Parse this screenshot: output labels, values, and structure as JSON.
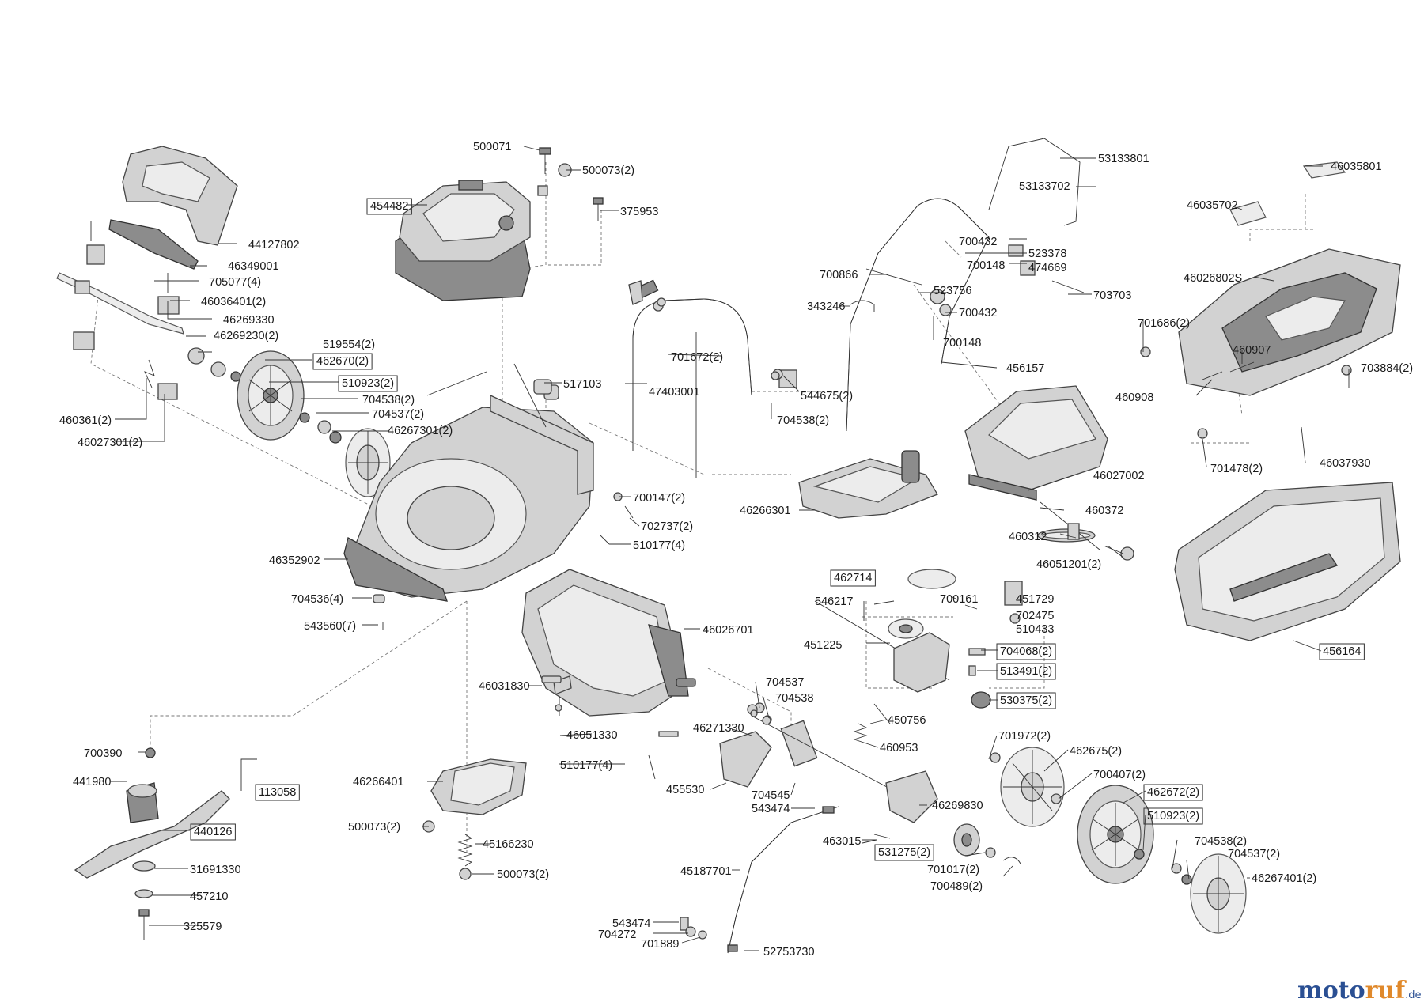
{
  "labels": [
    {
      "text": "500071",
      "boxed": false
    },
    {
      "text": "500073(2)",
      "boxed": false
    },
    {
      "text": "375953",
      "boxed": false
    },
    {
      "text": "454482",
      "boxed": true
    },
    {
      "text": "44127802",
      "boxed": false
    },
    {
      "text": "46349001",
      "boxed": false
    },
    {
      "text": "705077(4)",
      "boxed": false
    },
    {
      "text": "46036401(2)",
      "boxed": false
    },
    {
      "text": "46269330",
      "boxed": false
    },
    {
      "text": "46269230(2)",
      "boxed": false
    },
    {
      "text": "519554(2)",
      "boxed": false
    },
    {
      "text": "462670(2)",
      "boxed": true
    },
    {
      "text": "510923(2)",
      "boxed": true
    },
    {
      "text": "704538(2)",
      "boxed": false
    },
    {
      "text": "704537(2)",
      "boxed": false
    },
    {
      "text": "46267301(2)",
      "boxed": false
    },
    {
      "text": "460361(2)",
      "boxed": false
    },
    {
      "text": "46027301(2)",
      "boxed": false
    },
    {
      "text": "517103",
      "boxed": false
    },
    {
      "text": "47403001",
      "boxed": false
    },
    {
      "text": "701672(2)",
      "boxed": false
    },
    {
      "text": "544675(2)",
      "boxed": false
    },
    {
      "text": "704538(2)",
      "boxed": false
    },
    {
      "text": "53133801",
      "boxed": false
    },
    {
      "text": "53133702",
      "boxed": false
    },
    {
      "text": "700432",
      "boxed": false
    },
    {
      "text": "523378",
      "boxed": false
    },
    {
      "text": "700148",
      "boxed": false
    },
    {
      "text": "474669",
      "boxed": false
    },
    {
      "text": "700866",
      "boxed": false
    },
    {
      "text": "523756",
      "boxed": false
    },
    {
      "text": "703703",
      "boxed": false
    },
    {
      "text": "343246",
      "boxed": false
    },
    {
      "text": "700432",
      "boxed": false
    },
    {
      "text": "700148",
      "boxed": false
    },
    {
      "text": "456157",
      "boxed": false
    },
    {
      "text": "46035801",
      "boxed": false
    },
    {
      "text": "46035702",
      "boxed": false
    },
    {
      "text": "46026802S",
      "boxed": false
    },
    {
      "text": "701686(2)",
      "boxed": false
    },
    {
      "text": "460907",
      "boxed": false
    },
    {
      "text": "703884(2)",
      "boxed": false
    },
    {
      "text": "460908",
      "boxed": false
    },
    {
      "text": "701478(2)",
      "boxed": false
    },
    {
      "text": "46037930",
      "boxed": false
    },
    {
      "text": "700147(2)",
      "boxed": false
    },
    {
      "text": "702737(2)",
      "boxed": false
    },
    {
      "text": "510177(4)",
      "boxed": false
    },
    {
      "text": "46266301",
      "boxed": false
    },
    {
      "text": "46027002",
      "boxed": false
    },
    {
      "text": "460372",
      "boxed": false
    },
    {
      "text": "460312",
      "boxed": false
    },
    {
      "text": "46051201(2)",
      "boxed": false
    },
    {
      "text": "46352902",
      "boxed": false
    },
    {
      "text": "704536(4)",
      "boxed": false
    },
    {
      "text": "543560(7)",
      "boxed": false
    },
    {
      "text": "46026701",
      "boxed": false
    },
    {
      "text": "462714",
      "boxed": true
    },
    {
      "text": "546217",
      "boxed": false
    },
    {
      "text": "700161",
      "boxed": false
    },
    {
      "text": "451729",
      "boxed": false
    },
    {
      "text": "702475",
      "boxed": false
    },
    {
      "text": "510433",
      "boxed": false
    },
    {
      "text": "451225",
      "boxed": false
    },
    {
      "text": "704068(2)",
      "boxed": true
    },
    {
      "text": "513491(2)",
      "boxed": true
    },
    {
      "text": "530375(2)",
      "boxed": true
    },
    {
      "text": "456164",
      "boxed": true
    },
    {
      "text": "46031830",
      "boxed": false
    },
    {
      "text": "704537",
      "boxed": false
    },
    {
      "text": "704538",
      "boxed": false
    },
    {
      "text": "450756",
      "boxed": false
    },
    {
      "text": "46271330",
      "boxed": false
    },
    {
      "text": "460953",
      "boxed": false
    },
    {
      "text": "46051330",
      "boxed": false
    },
    {
      "text": "510177(4)",
      "boxed": false
    },
    {
      "text": "701972(2)",
      "boxed": false
    },
    {
      "text": "462675(2)",
      "boxed": false
    },
    {
      "text": "700407(2)",
      "boxed": false
    },
    {
      "text": "462672(2)",
      "boxed": true
    },
    {
      "text": "510923(2)",
      "boxed": true
    },
    {
      "text": "700390",
      "boxed": false
    },
    {
      "text": "441980",
      "boxed": false
    },
    {
      "text": "113058",
      "boxed": true
    },
    {
      "text": "440126",
      "boxed": true
    },
    {
      "text": "31691330",
      "boxed": false
    },
    {
      "text": "457210",
      "boxed": false
    },
    {
      "text": "325579",
      "boxed": false
    },
    {
      "text": "46266401",
      "boxed": false
    },
    {
      "text": "500073(2)",
      "boxed": false
    },
    {
      "text": "45166230",
      "boxed": false
    },
    {
      "text": "500073(2)",
      "boxed": false
    },
    {
      "text": "455530",
      "boxed": false
    },
    {
      "text": "704545",
      "boxed": false
    },
    {
      "text": "543474",
      "boxed": false
    },
    {
      "text": "46269830",
      "boxed": false
    },
    {
      "text": "463015",
      "boxed": false
    },
    {
      "text": "531275(2)",
      "boxed": true
    },
    {
      "text": "701017(2)",
      "boxed": false
    },
    {
      "text": "700489(2)",
      "boxed": false
    },
    {
      "text": "704538(2)",
      "boxed": false
    },
    {
      "text": "704537(2)",
      "boxed": false
    },
    {
      "text": "46267401(2)",
      "boxed": false
    },
    {
      "text": "45187701",
      "boxed": false
    },
    {
      "text": "543474",
      "boxed": false
    },
    {
      "text": "704272",
      "boxed": false
    },
    {
      "text": "701889",
      "boxed": false
    },
    {
      "text": "52753730",
      "boxed": false
    }
  ],
  "watermark": {
    "part1": "moto",
    "part2": "ruf",
    "part3": ".de"
  }
}
